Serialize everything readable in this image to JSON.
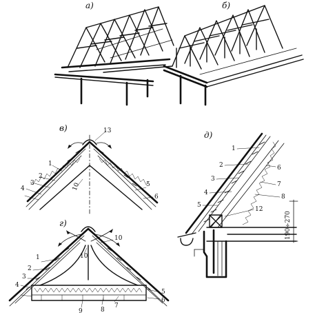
{
  "panels": {
    "a": {
      "letter": "а)"
    },
    "b": {
      "letter": "б)"
    },
    "v": {
      "letter": "в)",
      "callouts": [
        "13",
        "1",
        "2",
        "3",
        "4",
        "5",
        "6",
        "10"
      ]
    },
    "g": {
      "letter": "г)",
      "callouts": [
        "1",
        "2",
        "3",
        "4",
        "5",
        "6",
        "7",
        "8",
        "9",
        "10",
        "10"
      ]
    },
    "d": {
      "letter": "д)",
      "callouts": [
        "1",
        "2",
        "3",
        "4",
        "5",
        "6",
        "7",
        "8",
        "12"
      ],
      "dimension": "190÷270"
    }
  }
}
